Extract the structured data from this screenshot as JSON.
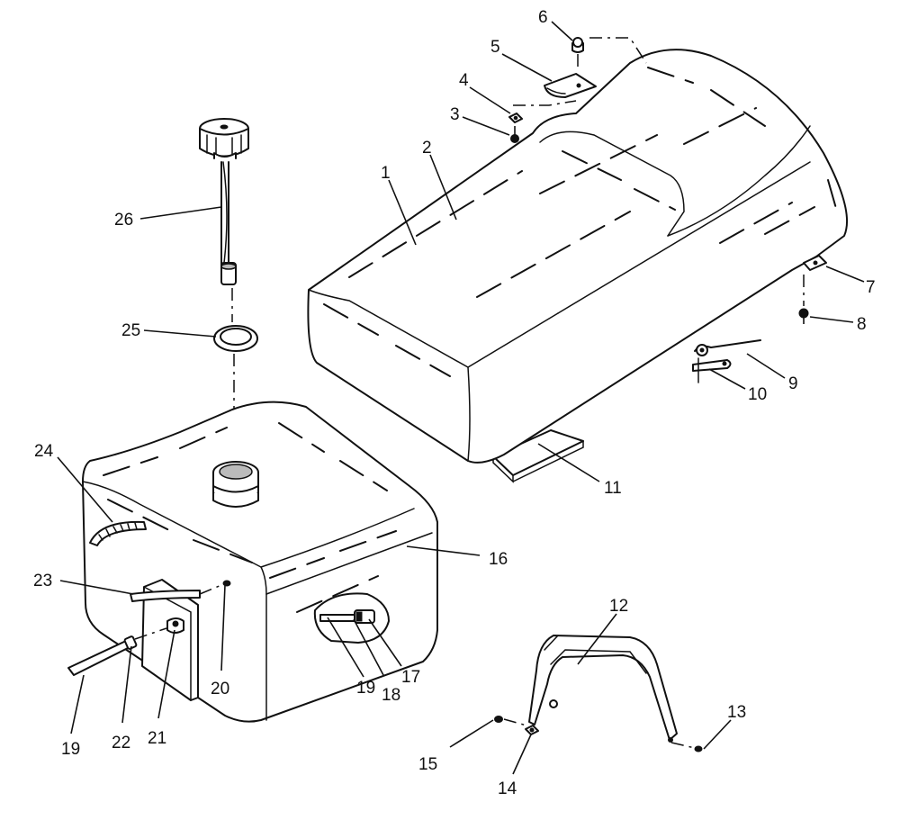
{
  "callouts": [
    {
      "num": "1"
    },
    {
      "num": "2"
    },
    {
      "num": "3"
    },
    {
      "num": "4"
    },
    {
      "num": "5"
    },
    {
      "num": "6"
    },
    {
      "num": "7"
    },
    {
      "num": "8"
    },
    {
      "num": "9"
    },
    {
      "num": "10"
    },
    {
      "num": "11"
    },
    {
      "num": "12"
    },
    {
      "num": "13"
    },
    {
      "num": "14"
    },
    {
      "num": "15"
    },
    {
      "num": "16"
    },
    {
      "num": "17"
    },
    {
      "num": "18"
    },
    {
      "num": "19"
    },
    {
      "num": "20"
    },
    {
      "num": "21"
    },
    {
      "num": "22"
    },
    {
      "num": "23"
    },
    {
      "num": "24"
    },
    {
      "num": "25"
    },
    {
      "num": "26"
    },
    {
      "num": "19"
    }
  ]
}
